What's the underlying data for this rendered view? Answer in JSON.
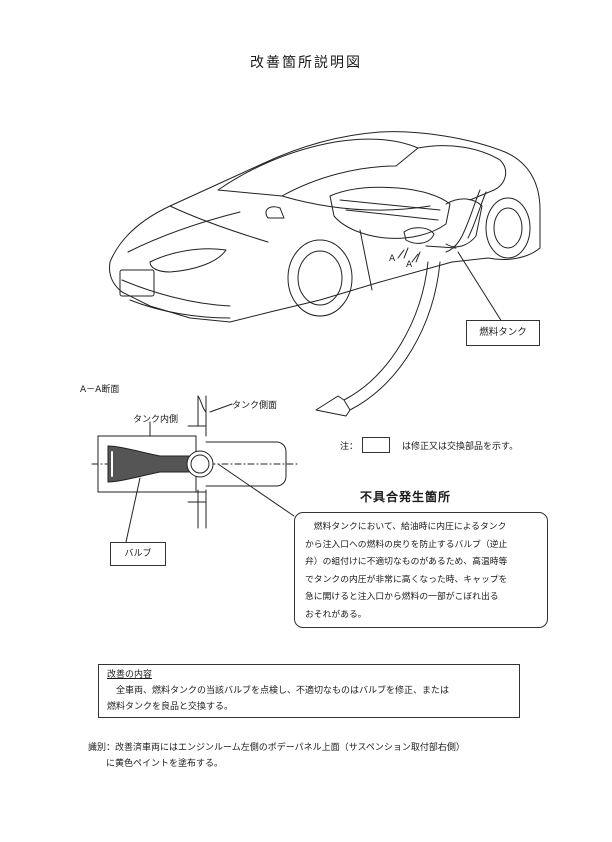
{
  "title": "改善箇所説明図",
  "labels": {
    "fuel_tank": "燃料タンク",
    "section": "A－A断面",
    "tank_inner": "タンク内側",
    "tank_side": "タンク側面",
    "valve": "バルブ",
    "section_mark": "A"
  },
  "note": {
    "prefix": "注：",
    "text": "は修正又は交換部品を示す。"
  },
  "defect": {
    "title": "不具合発生箇所",
    "lines": [
      "燃料タンクにおいて、給油時に内圧によるタンク",
      "から注入口への燃料の戻りを防止するバルブ（逆止",
      "弁）の組付けに不適切なものがあるため、高温時等",
      "でタンクの内圧が非常に高くなった時、キャップを",
      "急に開けると注入口から燃料の一部がこぼれ出る",
      "おそれがある。"
    ]
  },
  "fix": {
    "title": "改善の内容",
    "lines": [
      "全車両、燃料タンクの当該バルブを点検し、不適切なものはバルブを修正、または",
      "燃料タンクを良品と交換する。"
    ]
  },
  "identification": {
    "lines": [
      "識別：改善済車両にはエンジンルーム左側のボデーパネル上面（サスペンション取付部右側）",
      "　　に黄色ペイントを塗布する。"
    ]
  }
}
